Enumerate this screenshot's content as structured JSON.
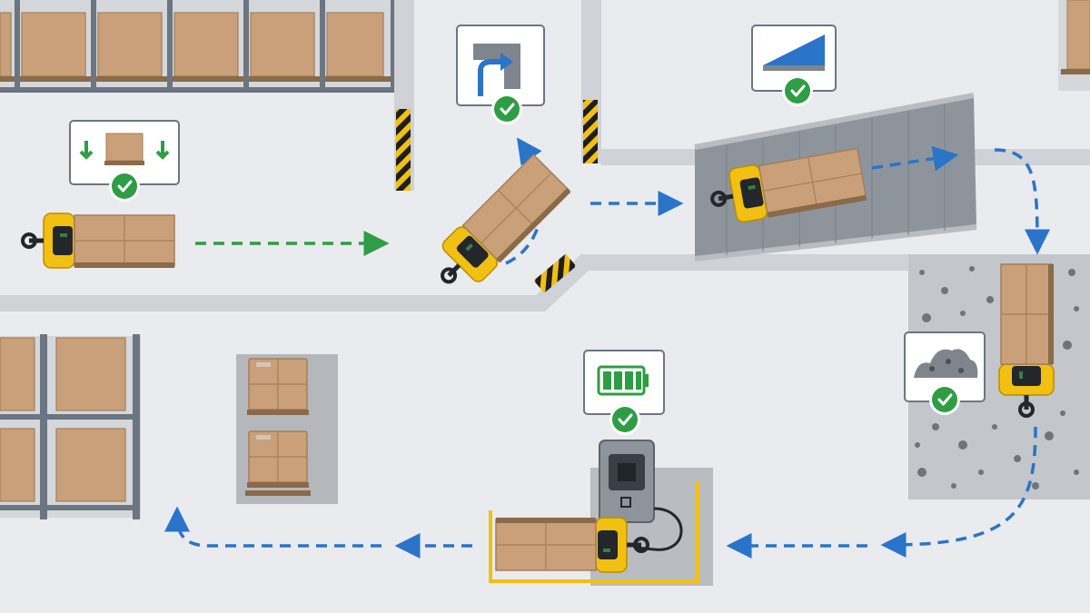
{
  "scene": {
    "title": "",
    "steps": [
      {
        "id": "load-pallet",
        "icon": "load-pallet-icon",
        "status": "check-icon",
        "status_color": "#2e9d44",
        "arrow_color": "#2e9d44"
      },
      {
        "id": "turn",
        "icon": "turn-right-icon",
        "status": "check-icon",
        "status_color": "#2e9d44",
        "arrow_color": "#2a74c9"
      },
      {
        "id": "ramp-incline",
        "icon": "ramp-icon",
        "status": "check-icon",
        "status_color": "#2e9d44",
        "arrow_color": "#2a74c9"
      },
      {
        "id": "rough-surface",
        "icon": "rough-terrain-icon",
        "status": "check-icon",
        "status_color": "#2e9d44",
        "arrow_color": "#2a74c9"
      },
      {
        "id": "charging",
        "icon": "battery-full-icon",
        "status": "check-icon",
        "status_color": "#2e9d44",
        "arrow_color": "#2a74c9",
        "battery_level": 1.0
      }
    ]
  },
  "colors": {
    "floor": "#e9ebee",
    "vehicle": "#f2c012",
    "vehicle_dark": "#23262b",
    "box": "#c9a07a",
    "pallet": "#8a6a48",
    "rack": "#6c7582",
    "hazard_yellow": "#f2c012",
    "hazard_black": "#1e1e1e",
    "check": "#2e9d44",
    "path_green": "#2e9d44",
    "path_blue": "#2a74c9",
    "ramp": "#8e949b",
    "concrete": "#c3c6ca"
  }
}
